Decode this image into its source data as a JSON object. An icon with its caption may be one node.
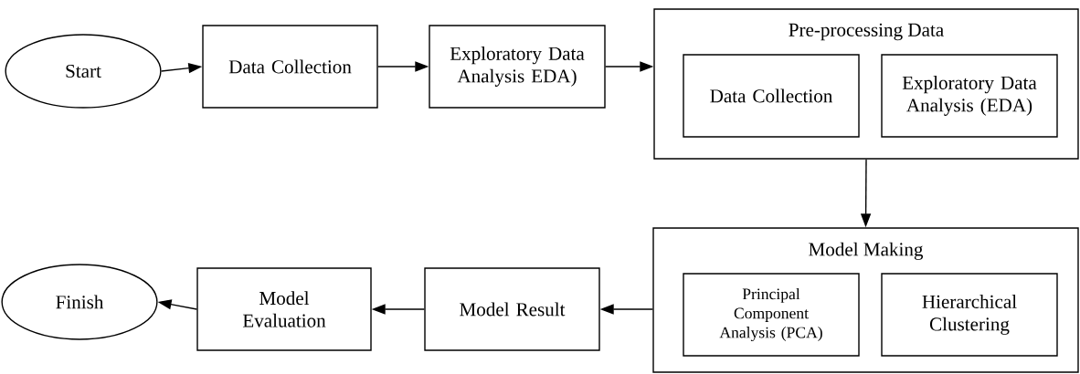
{
  "diagram": {
    "nodes": [
      {
        "text": [
          "Start"
        ]
      },
      {
        "text": [
          "Data Collection"
        ]
      },
      {
        "text": [
          "Exploratory Data Analysis EDA)"
        ]
      },
      {
        "text": [
          "Pre-processing Data"
        ]
      },
      {
        "text": [
          "Data Collection"
        ],
        "in": 3
      },
      {
        "text": [
          "Exploratory Data Analysis (EDA)"
        ],
        "in": 3
      },
      {
        "text": [
          "Model Making"
        ]
      },
      {
        "text": [
          "Principal Component Analysis (PCA)"
        ],
        "in": 6
      },
      {
        "text": [
          "Hierarchical Clustering"
        ],
        "in": 6
      },
      {
        "text": [
          "Model Result"
        ]
      },
      {
        "text": [
          "Model Evaluation"
        ]
      },
      {
        "text": [
          "Finish"
        ]
      }
    ],
    "edges": [
      {
        "from": 0,
        "to": 1,
        "arrow": "to"
      },
      {
        "from": 1,
        "to": 2,
        "arrow": "to"
      },
      {
        "from": 2,
        "to": 3,
        "arrow": "to"
      },
      {
        "from": 3,
        "to": 6,
        "arrow": "to"
      },
      {
        "from": 6,
        "to": 9,
        "arrow": "to"
      },
      {
        "from": 9,
        "to": 10,
        "arrow": "to"
      },
      {
        "from": 10,
        "to": 11,
        "arrow": "to"
      }
    ]
  }
}
